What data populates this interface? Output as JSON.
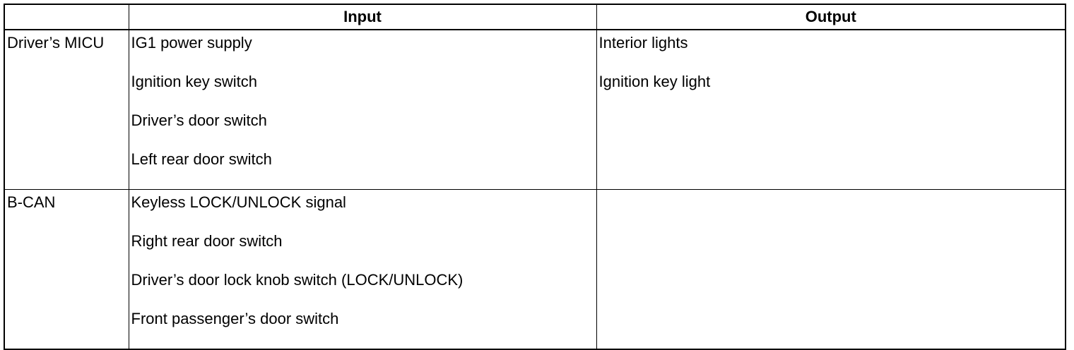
{
  "table": {
    "headers": [
      "",
      "Input",
      "Output"
    ],
    "rows": [
      {
        "source": "Driver’s MICU",
        "inputs": [
          "IG1 power supply",
          "Ignition key switch",
          "Driver’s door switch",
          "Left rear door switch"
        ],
        "outputs": [
          "Interior lights",
          "Ignition key light"
        ]
      },
      {
        "source": "B-CAN",
        "inputs": [
          "Keyless LOCK/UNLOCK signal",
          "Right rear door switch",
          "Driver’s door lock knob switch (LOCK/UNLOCK)",
          "Front passenger’s door switch"
        ],
        "outputs": []
      }
    ]
  }
}
